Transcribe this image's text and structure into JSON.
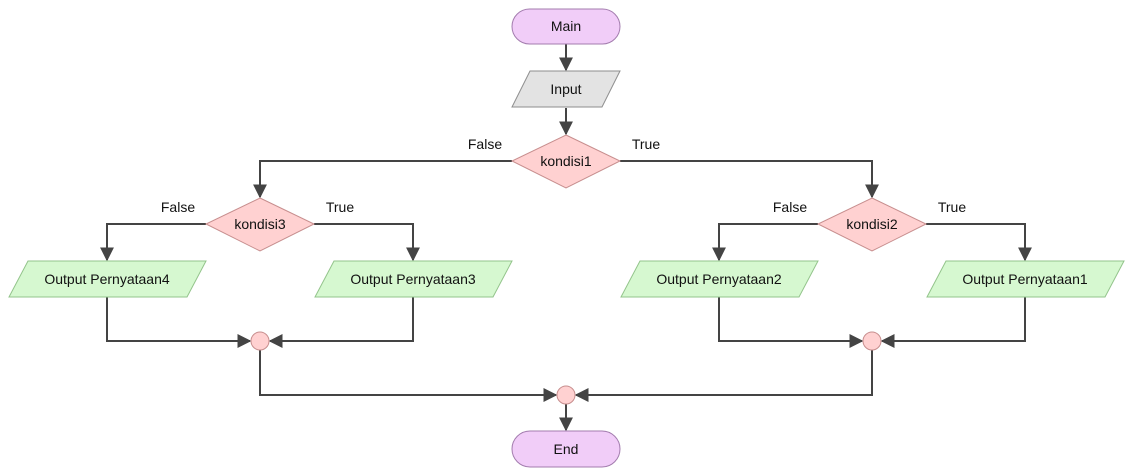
{
  "diagram": {
    "nodes": {
      "main": {
        "label": "Main",
        "color": "#f1cdf8",
        "stroke": "#a37cae"
      },
      "input": {
        "label": "Input",
        "color": "#e3e3e3",
        "stroke": "#8e8e8e"
      },
      "kondisi1": {
        "label": "kondisi1",
        "color": "#ffd1d1",
        "stroke": "#c78e8e"
      },
      "kondisi2": {
        "label": "kondisi2",
        "color": "#ffd1d1",
        "stroke": "#c78e8e"
      },
      "kondisi3": {
        "label": "kondisi3",
        "color": "#ffd1d1",
        "stroke": "#c78e8e"
      },
      "output1": {
        "label": "Output Pernyataan1",
        "color": "#d6f8d0",
        "stroke": "#93c48b"
      },
      "output2": {
        "label": "Output Pernyataan2",
        "color": "#d6f8d0",
        "stroke": "#93c48b"
      },
      "output3": {
        "label": "Output Pernyataan3",
        "color": "#d6f8d0",
        "stroke": "#93c48b"
      },
      "output4": {
        "label": "Output Pernyataan4",
        "color": "#d6f8d0",
        "stroke": "#93c48b"
      },
      "end": {
        "label": "End",
        "color": "#f1cdf8",
        "stroke": "#a37cae"
      }
    },
    "branch_labels": {
      "kondisi1_false": "False",
      "kondisi1_true": "True",
      "kondisi3_false": "False",
      "kondisi3_true": "True",
      "kondisi2_false": "False",
      "kondisi2_true": "True"
    },
    "edge_color": "#444444",
    "junction_color": "#ffd1d1",
    "junction_stroke": "#c78e8e"
  }
}
